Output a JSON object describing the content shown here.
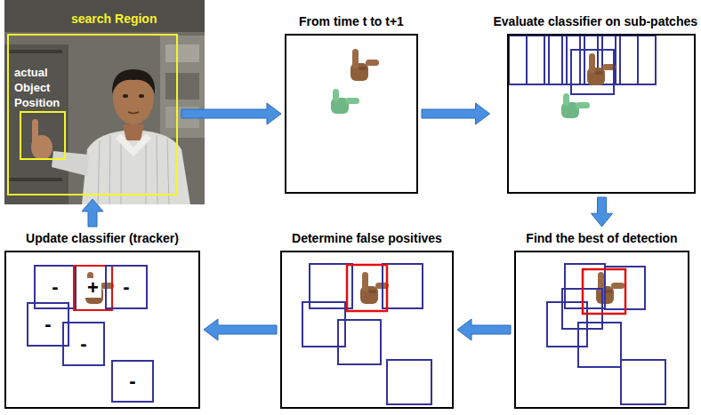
{
  "diagram": {
    "nodes": [
      {
        "text": [
          "search Region"
        ]
      },
      {
        "text": [
          "actual Object Position"
        ],
        "in": 0
      },
      {
        "text": [
          "From time t to t+1"
        ]
      },
      {
        "text": [
          "Evaluate classifier on sub-patches"
        ]
      },
      {
        "text": [
          "Find the best of detection"
        ]
      },
      {
        "text": [
          "Determine false positives"
        ]
      },
      {
        "text": [
          "Update classifier (tracker)"
        ]
      },
      {
        "text": [
          "-"
        ],
        "in": 6
      },
      {
        "text": [
          "+"
        ],
        "in": 6
      },
      {
        "text": [
          "-"
        ],
        "in": 6
      },
      {
        "text": [
          "-"
        ],
        "in": 6
      },
      {
        "text": [
          "-"
        ],
        "in": 6
      },
      {
        "text": [
          "-"
        ],
        "in": 6
      }
    ],
    "edges": [
      {
        "from": 0,
        "to": 2,
        "arrow": "to"
      },
      {
        "from": 2,
        "to": 3,
        "arrow": "to"
      },
      {
        "from": 3,
        "to": 4,
        "arrow": "to"
      },
      {
        "from": 4,
        "to": 5,
        "arrow": "to"
      },
      {
        "from": 5,
        "to": 6,
        "arrow": "to"
      },
      {
        "from": 6,
        "to": 0,
        "arrow": "to"
      }
    ]
  }
}
